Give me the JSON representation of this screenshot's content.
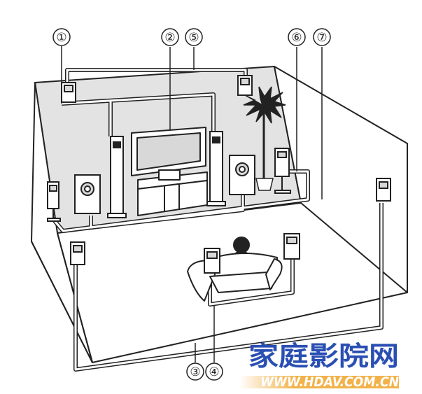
{
  "callouts": {
    "c1": "①",
    "c2": "②",
    "c3": "③",
    "c4": "④",
    "c5": "⑤",
    "c6": "⑥",
    "c7": "⑦"
  },
  "watermark": {
    "brand": "家庭影院网",
    "url": "WWW.HDAV.COM.CN"
  },
  "colors": {
    "line": "#222222",
    "wall_fill": "#e3e3e3",
    "brand_blue": "#2a4fb3",
    "url_orange": "#ef8a1f"
  }
}
